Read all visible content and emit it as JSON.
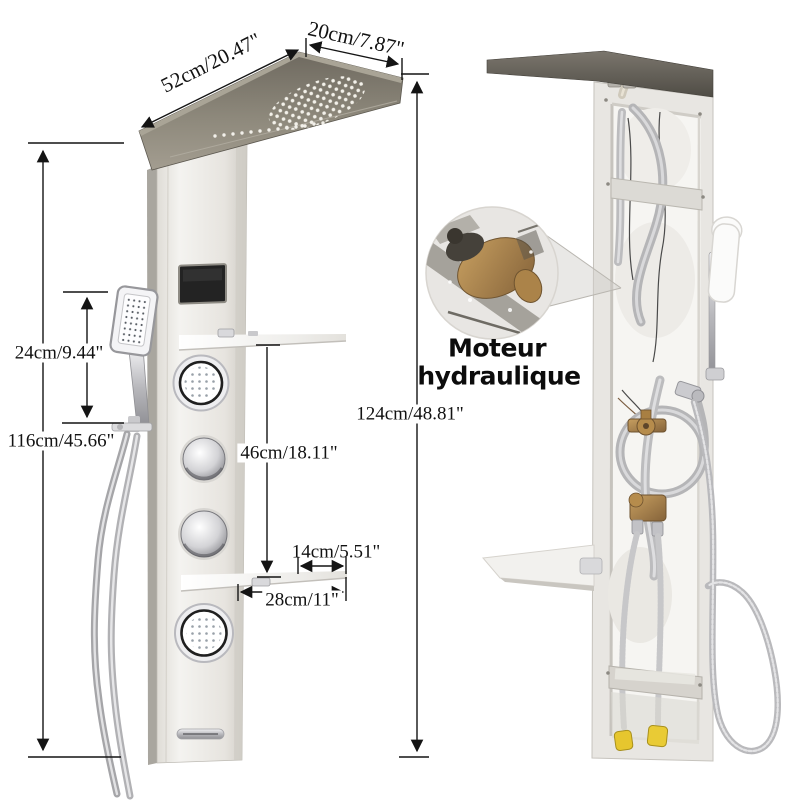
{
  "annotations": {
    "head_length": "52cm/20.47\"",
    "head_width": "20cm/7.87\"",
    "hand_shower_height": "24cm/9.44\"",
    "front_panel_height": "116cm/45.66\"",
    "shelf_gap": "46cm/18.11\"",
    "shelf_depth": "14cm/5.51\"",
    "shelf_width": "28cm/11\"",
    "back_panel_height": "124cm/48.81\""
  },
  "callout": {
    "title_line1": "Moteur",
    "title_line2": "hydraulique"
  },
  "colors": {
    "dimension_line": "#141414",
    "panel_face": "#e9e7e2",
    "head_metal": "#8d887c",
    "dark_band": "#55524b",
    "hose_gray": "#b5b5b7",
    "brass": "#ab8045",
    "cap_yellow": "#e6c62e"
  }
}
